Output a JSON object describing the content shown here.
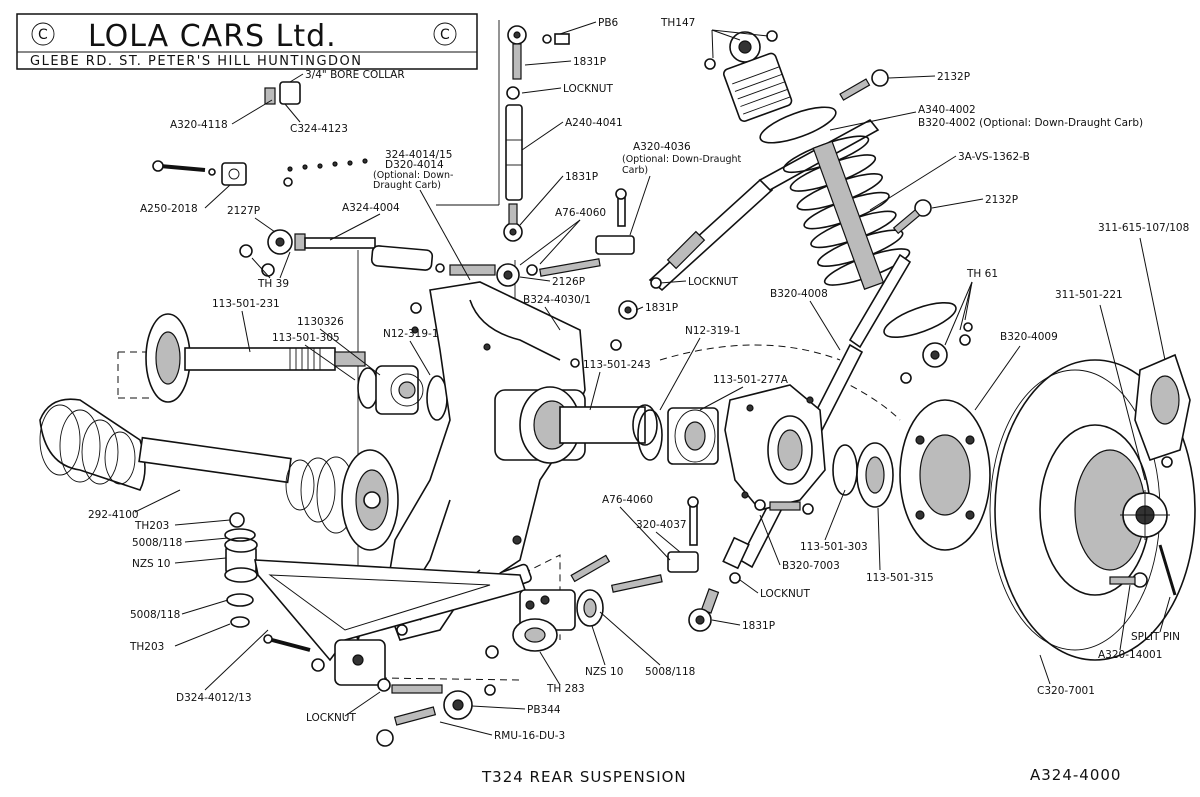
{
  "logo": {
    "company": "LOLA CARS Ltd.",
    "address": "GLEBE RD. ST. PETER'S HILL HUNTINGDON",
    "copyright_symbol": "C"
  },
  "footer": {
    "title": "T324   REAR SUSPENSION",
    "drawing_number": "A324-4000"
  },
  "labels": [
    {
      "id": "pb6",
      "text": "PB6"
    },
    {
      "id": "1831p-top",
      "text": "1831P"
    },
    {
      "id": "locknut-top",
      "text": "LOCKNUT"
    },
    {
      "id": "a240-4041",
      "text": "A240-4041"
    },
    {
      "id": "1831p-mid",
      "text": "1831P"
    },
    {
      "id": "bore-collar",
      "text": "3/4\" BORE COLLAR"
    },
    {
      "id": "a320-4118",
      "text": "A320-4118"
    },
    {
      "id": "c324-4123",
      "text": "C324-4123"
    },
    {
      "id": "a250-2018",
      "text": "A250-2018"
    },
    {
      "id": "324-4014-1",
      "text": "324-4014/15"
    },
    {
      "id": "324-4014-2",
      "text": "D320-4014"
    },
    {
      "id": "324-4014-3",
      "text": "(Optional: Down-"
    },
    {
      "id": "324-4014-4",
      "text": "Draught Carb)"
    },
    {
      "id": "a324-4004",
      "text": "A324-4004"
    },
    {
      "id": "2127p",
      "text": "2127P"
    },
    {
      "id": "th39",
      "text": "TH 39"
    },
    {
      "id": "a320-4036-1",
      "text": "A320-4036"
    },
    {
      "id": "a320-4036-2",
      "text": "(Optional: Down-Draught"
    },
    {
      "id": "a320-4036-3",
      "text": "Carb)"
    },
    {
      "id": "a76-4060-top",
      "text": "A76-4060"
    },
    {
      "id": "2126p",
      "text": "2126P"
    },
    {
      "id": "b324-4030",
      "text": "B324-4030/1"
    },
    {
      "id": "locknut-mid",
      "text": "LOCKNUT"
    },
    {
      "id": "1831p-right",
      "text": "1831P"
    },
    {
      "id": "th147",
      "text": "TH147"
    },
    {
      "id": "2132p-top",
      "text": "2132P"
    },
    {
      "id": "a340-4002",
      "text": "A340-4002"
    },
    {
      "id": "b320-4002",
      "text": "B320-4002 (Optional: Down-Draught Carb)"
    },
    {
      "id": "3a-vs",
      "text": "3A-VS-1362-B"
    },
    {
      "id": "2132p-mid",
      "text": "2132P"
    },
    {
      "id": "th61",
      "text": "TH 61"
    },
    {
      "id": "311-615",
      "text": "311-615-107/108"
    },
    {
      "id": "311-501-221",
      "text": "311-501-221"
    },
    {
      "id": "b320-4008",
      "text": "B320-4008"
    },
    {
      "id": "b320-4009",
      "text": "B320-4009"
    },
    {
      "id": "113-501-231",
      "text": "113-501-231"
    },
    {
      "id": "1130326",
      "text": "1130326"
    },
    {
      "id": "113-501-305",
      "text": "113-501-305"
    },
    {
      "id": "n12-319-1-left",
      "text": "N12-319-1"
    },
    {
      "id": "113-501-243",
      "text": "113-501-243"
    },
    {
      "id": "n12-319-1-right",
      "text": "N12-319-1"
    },
    {
      "id": "113-501-277a",
      "text": "113-501-277A"
    },
    {
      "id": "292-4100",
      "text": "292-4100"
    },
    {
      "id": "th203-top",
      "text": "TH203"
    },
    {
      "id": "5008-118-top",
      "text": "5008/118"
    },
    {
      "id": "nzs10-left",
      "text": "NZS 10"
    },
    {
      "id": "5008-118-bot",
      "text": "5008/118"
    },
    {
      "id": "th203-bot",
      "text": "TH203"
    },
    {
      "id": "d324-4012",
      "text": "D324-4012/13"
    },
    {
      "id": "locknut-bot",
      "text": "LOCKNUT"
    },
    {
      "id": "a76-4060-bot",
      "text": "A76-4060"
    },
    {
      "id": "320-4037",
      "text": "320-4037"
    },
    {
      "id": "locknut-right",
      "text": "LOCKNUT"
    },
    {
      "id": "1831p-bot",
      "text": "1831P"
    },
    {
      "id": "113-501-303",
      "text": "113-501-303"
    },
    {
      "id": "b320-7003",
      "text": "B320-7003"
    },
    {
      "id": "113-501-315",
      "text": "113-501-315"
    },
    {
      "id": "nzs10-mid",
      "text": "NZS 10"
    },
    {
      "id": "5008-118-right",
      "text": "5008/118"
    },
    {
      "id": "th283",
      "text": "TH 283"
    },
    {
      "id": "pb344",
      "text": "PB344"
    },
    {
      "id": "rmu",
      "text": "RMU-16-DU-3"
    },
    {
      "id": "split-pin",
      "text": "SPLIT PIN"
    },
    {
      "id": "a320-14001",
      "text": "A320-14001"
    },
    {
      "id": "c320-7001",
      "text": "C320-7001"
    }
  ]
}
